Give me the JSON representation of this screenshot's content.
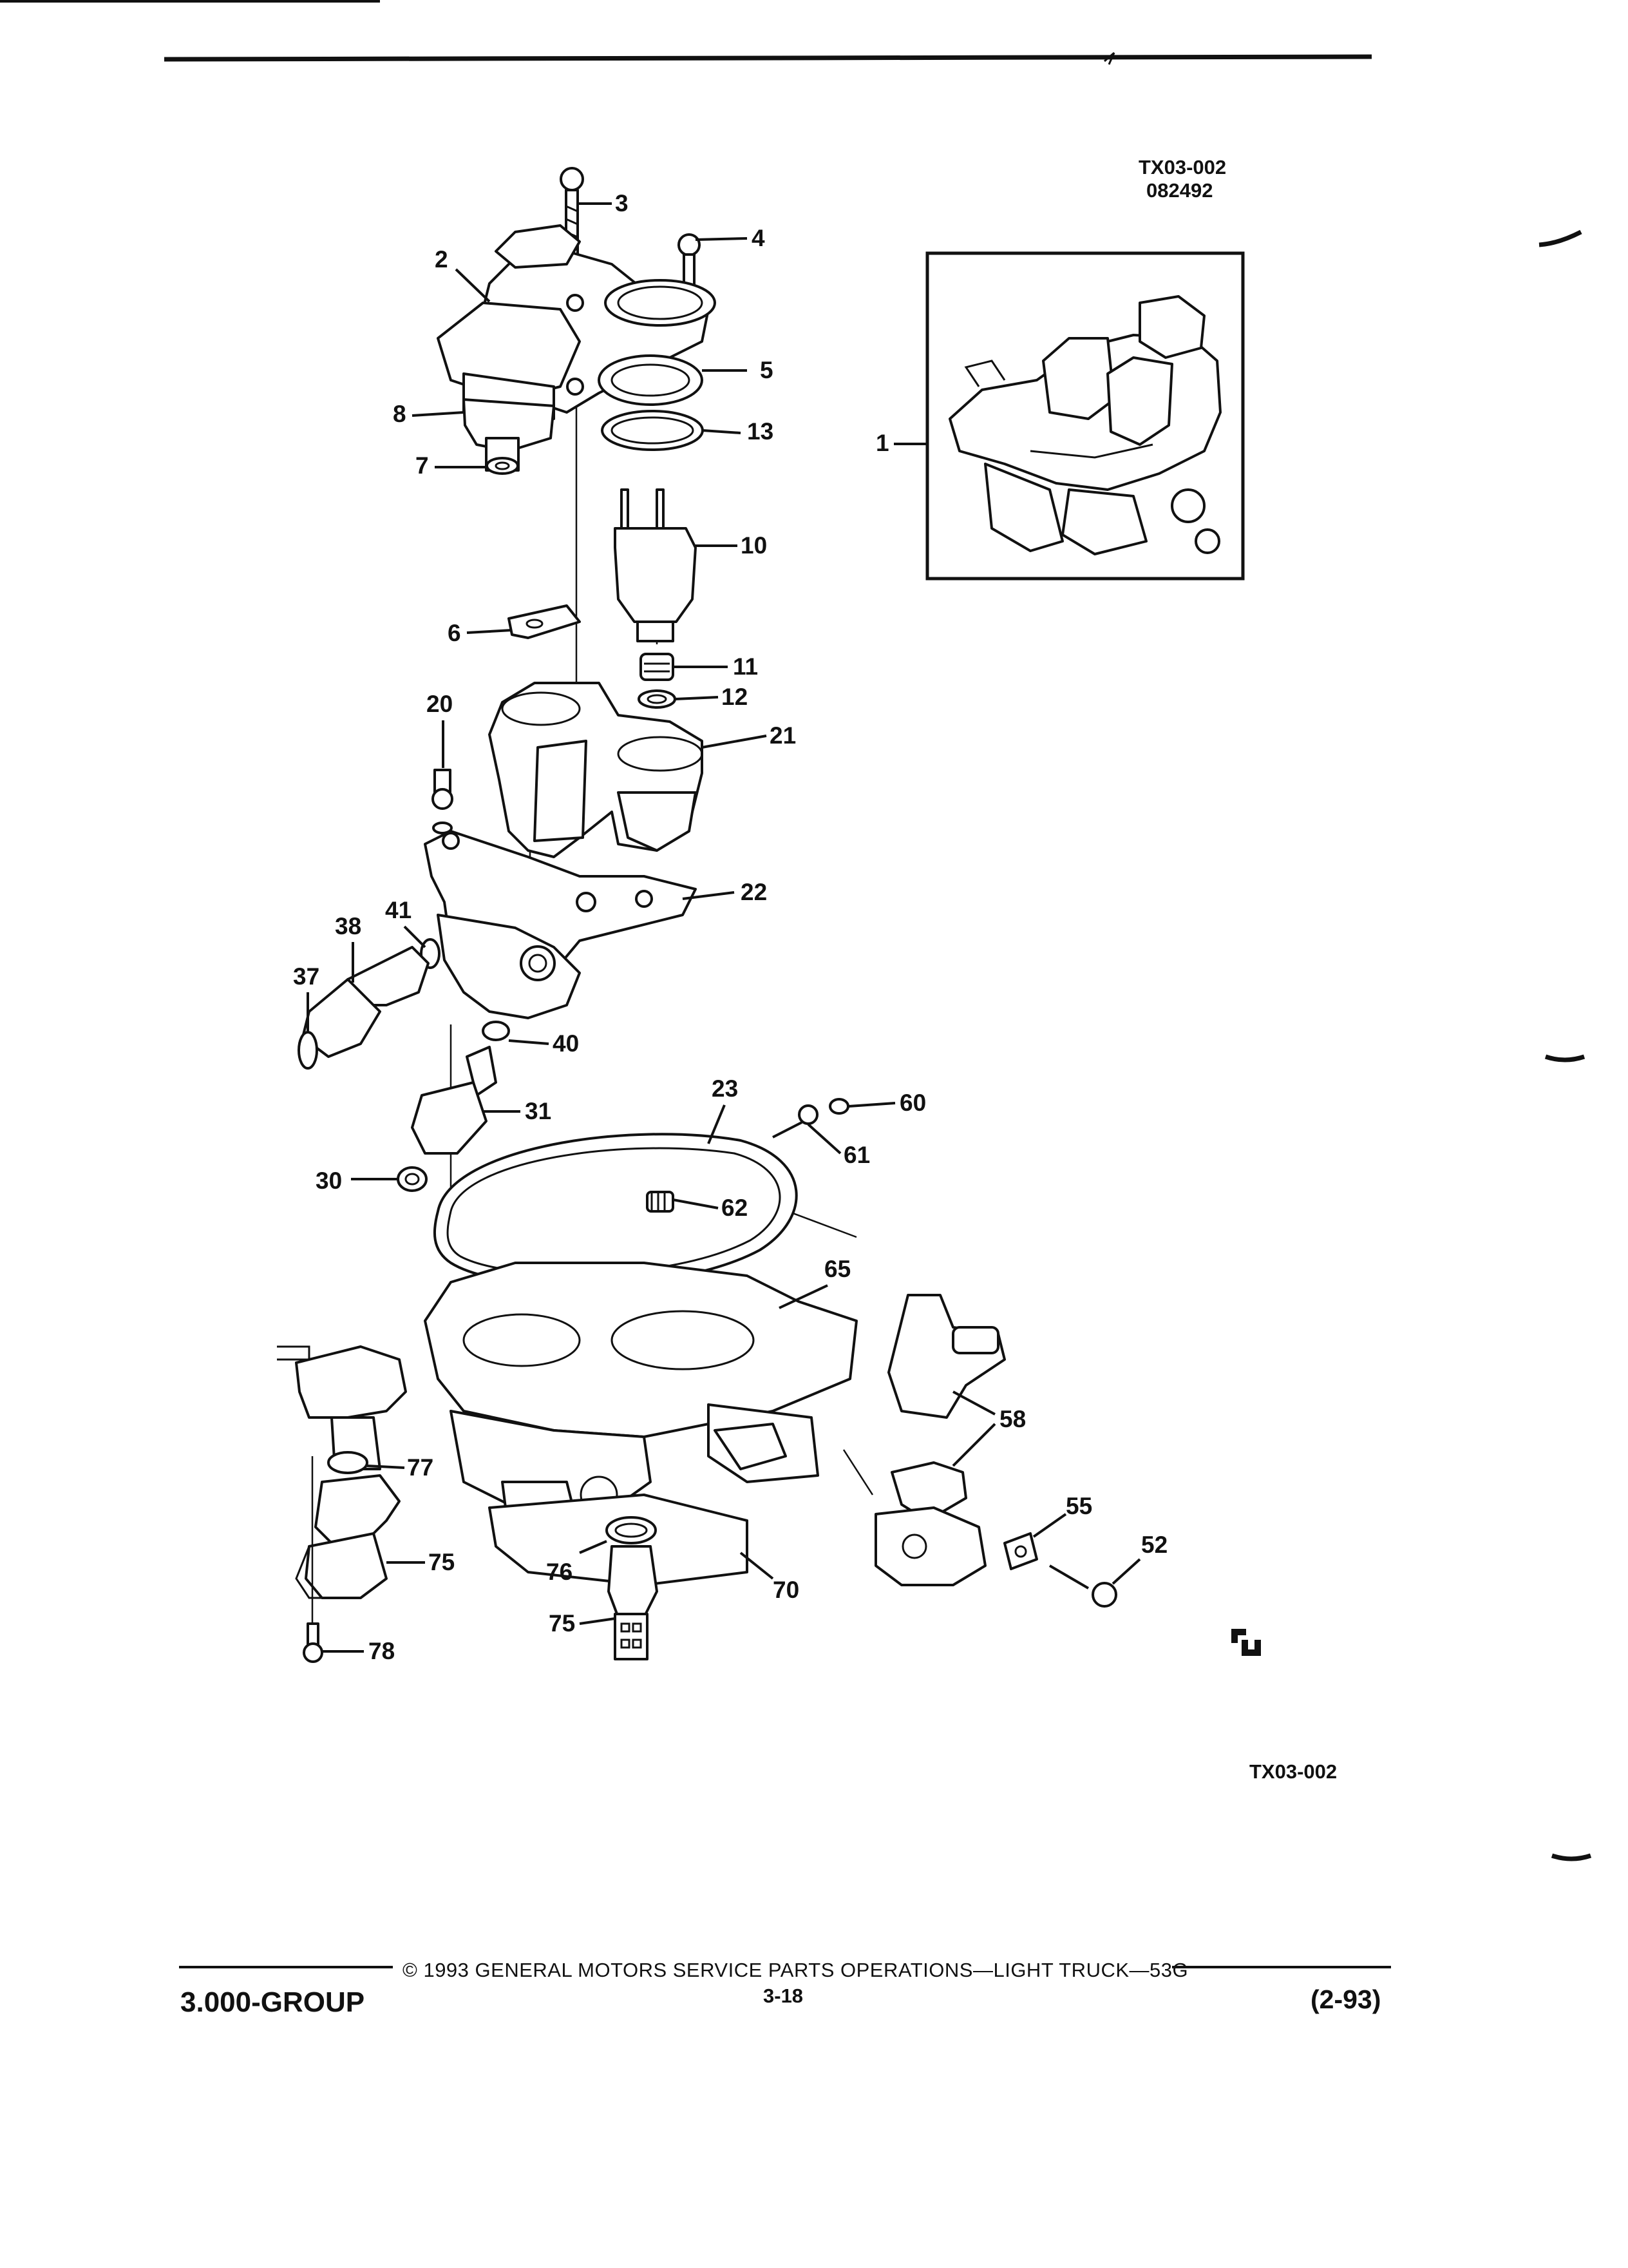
{
  "figure": {
    "ref_code": "TX03-002",
    "ref_date": "082492",
    "bottom_ref": "TX03-002",
    "logo_mark": "cu-logo",
    "callouts": [
      "1",
      "2",
      "3",
      "4",
      "5",
      "6",
      "7",
      "8",
      "10",
      "11",
      "12",
      "13",
      "20",
      "21",
      "22",
      "23",
      "30",
      "31",
      "37",
      "38",
      "40",
      "41",
      "52",
      "55",
      "58",
      "60",
      "61",
      "62",
      "65",
      "70",
      "75",
      "75",
      "76",
      "77",
      "78"
    ]
  },
  "footer": {
    "copyright": "© 1993 GENERAL MOTORS SERVICE PARTS OPERATIONS—LIGHT TRUCK—53G",
    "group": "3.000-GROUP",
    "page": "3-18",
    "date": "(2-93)"
  }
}
